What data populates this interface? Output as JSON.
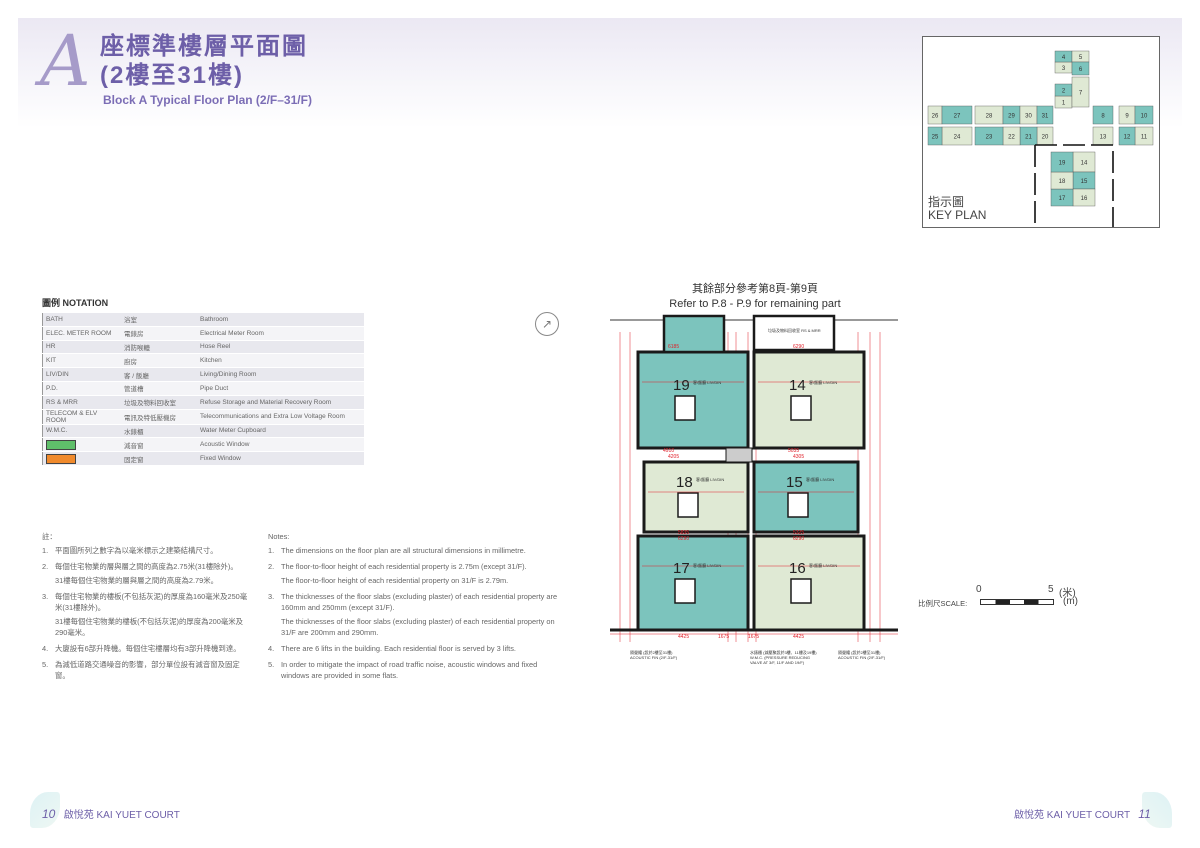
{
  "header": {
    "block_letter": "A",
    "title_zh_line1": "座標準樓層平面圖",
    "title_zh_line2": "(2樓至31樓)",
    "title_en": "Block A Typical Floor Plan (2/F–31/F)"
  },
  "key_plan": {
    "label_zh": "指示圖",
    "label_en": "KEY PLAN",
    "units": [
      "1",
      "2",
      "3",
      "4",
      "5",
      "6",
      "7",
      "8",
      "9",
      "10",
      "11",
      "12",
      "13",
      "14",
      "15",
      "16",
      "17",
      "18",
      "19",
      "20",
      "21",
      "22",
      "23",
      "24",
      "25",
      "26",
      "27",
      "28",
      "29",
      "30",
      "31"
    ],
    "highlighted_units": [
      "14",
      "15",
      "16",
      "17",
      "18",
      "19"
    ],
    "colors": {
      "teal": "#7cc4bd",
      "light": "#dfe9d4"
    }
  },
  "notation": {
    "title": "圖例 NOTATION",
    "rows": [
      {
        "abbr": "BATH",
        "zh": "浴室",
        "en": "Bathroom"
      },
      {
        "abbr": "ELEC. METER ROOM",
        "zh": "電錶房",
        "en": "Electrical Meter Room"
      },
      {
        "abbr": "HR",
        "zh": "消防喉轆",
        "en": "Hose Reel"
      },
      {
        "abbr": "KIT",
        "zh": "廚房",
        "en": "Kitchen"
      },
      {
        "abbr": "LIV/DIN",
        "zh": "客 / 飯廳",
        "en": "Living/Dining Room"
      },
      {
        "abbr": "P.D.",
        "zh": "管道槽",
        "en": "Pipe Duct"
      },
      {
        "abbr": "RS & MRR",
        "zh": "垃圾及物料回收室",
        "en": "Refuse Storage and Material Recovery Room"
      },
      {
        "abbr": "TELECOM & ELV ROOM",
        "zh": "電訊及特低壓機房",
        "en": "Telecommunications and Extra Low Voltage Room"
      },
      {
        "abbr": "W.M.C.",
        "zh": "水錶櫃",
        "en": "Water Meter Cupboard"
      }
    ],
    "swatches": [
      {
        "zh": "減音窗",
        "en": "Acoustic Window",
        "color": "#5fbf6a"
      },
      {
        "zh": "固定窗",
        "en": "Fixed Window",
        "color": "#f08a2c"
      }
    ]
  },
  "notes_zh": {
    "heading": "註：",
    "items": [
      {
        "n": "1.",
        "paras": [
          "平面圖所列之數字為以毫米標示之建築結構尺寸。"
        ]
      },
      {
        "n": "2.",
        "paras": [
          "每個住宅物業的層與層之間的高度為2.75米(31樓除外)。",
          "31樓每個住宅物業的層與層之間的高度為2.79米。"
        ]
      },
      {
        "n": "3.",
        "paras": [
          "每個住宅物業的樓板(不包括灰泥)的厚度為160毫米及250毫米(31樓除外)。",
          "31樓每個住宅物業的樓板(不包括灰泥)的厚度為200毫米及290毫米。"
        ]
      },
      {
        "n": "4.",
        "paras": [
          "大廈設有6部升降機。每個住宅樓層均有3部升降機到達。"
        ]
      },
      {
        "n": "5.",
        "paras": [
          "為減低道路交通噪音的影響，部分單位設有減音窗及固定窗。"
        ]
      }
    ]
  },
  "notes_en": {
    "heading": "Notes:",
    "items": [
      {
        "n": "1.",
        "paras": [
          "The dimensions on the floor plan are all structural dimensions in millimetre."
        ]
      },
      {
        "n": "2.",
        "paras": [
          "The floor-to-floor height of each residential property is 2.75m (except 31/F).",
          "The floor-to-floor height of each residential property on 31/F is 2.79m."
        ]
      },
      {
        "n": "3.",
        "paras": [
          "The thicknesses of the floor slabs (excluding plaster) of each residential property are 160mm and 250mm (except 31/F).",
          "The thicknesses of the floor slabs (excluding plaster) of each residential property on 31/F are 200mm and 290mm."
        ]
      },
      {
        "n": "4.",
        "paras": [
          "There are 6 lifts in the building. Each residential floor is served by 3 lifts."
        ]
      },
      {
        "n": "5.",
        "paras": [
          "In order to mitigate the impact of road traffic noise, acoustic windows and fixed windows are provided in some flats."
        ]
      }
    ]
  },
  "plan": {
    "refer_zh": "其餘部分參考第8頁-第9頁",
    "refer_en": "Refer to P.8 - P.9 for remaining part",
    "room_label": "客/飯廳 LIV/DIN",
    "rs_label": "垃圾及物料回收室 RS & MRR",
    "units": [
      {
        "no": "19",
        "color": "#7cc4bd"
      },
      {
        "no": "14",
        "color": "#dfe9d4"
      },
      {
        "no": "18",
        "color": "#dfe9d4"
      },
      {
        "no": "15",
        "color": "#7cc4bd"
      },
      {
        "no": "17",
        "color": "#7cc4bd"
      },
      {
        "no": "16",
        "color": "#dfe9d4"
      }
    ],
    "dims": [
      "6185",
      "6290",
      "4910",
      "5035",
      "4205",
      "4305",
      "5835",
      "5325",
      "6290",
      "6290",
      "4425",
      "4425",
      "1675",
      "1675"
    ],
    "annotations": [
      "隔聲鰭 (設於2樓至31樓) ACOUSTIC FIN (2/F-31/F)",
      "水錶櫃 (減壓聚設於3樓、11樓及19樓) W.M.C. (PRESSURE REDUCING VALVE AT 3/F, 11/F AND 19/F)",
      "隔聲鰭 (設於2樓至31樓) ACOUSTIC FIN (2/F-31/F)"
    ],
    "dim_color": "#e0202a"
  },
  "scale": {
    "label": "比例尺SCALE:",
    "zero": "0",
    "five": "5",
    "unit_zh": "(米)",
    "unit_en": "(m)"
  },
  "footer": {
    "left_page": "10",
    "right_page": "11",
    "estate": "啟悅苑  KAI YUET COURT"
  }
}
